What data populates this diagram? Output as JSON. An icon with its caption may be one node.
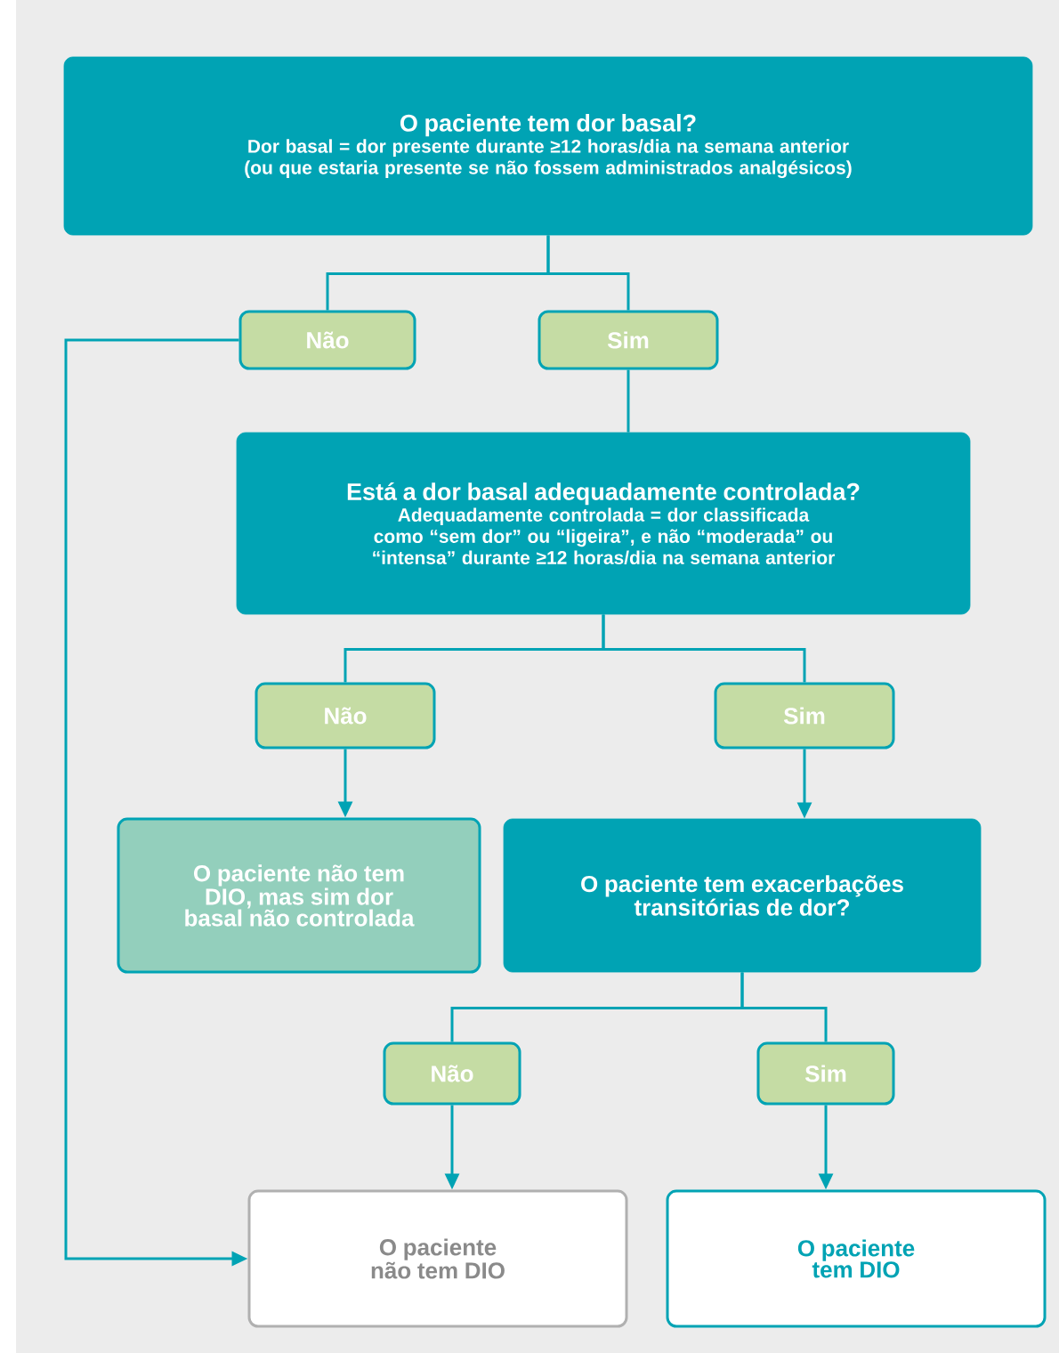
{
  "diagram": {
    "nodes": [
      {
        "text": [
          "O paciente tem dor basal?",
          "Dor basal = dor presente durante ≥12 horas/dia na semana anterior (ou que estaria presente se não fossem administrados analgésicos)"
        ]
      },
      {
        "text": [
          "Não"
        ]
      },
      {
        "text": [
          "Sim"
        ]
      },
      {
        "text": [
          "Está a dor basal adequadamente controlada?",
          "Adequadamente controlada = dor classificada como “sem dor” ou “ligeira”, e não “moderada” ou “intensa” durante ≥12 horas/dia na semana anterior"
        ]
      },
      {
        "text": [
          "Não"
        ]
      },
      {
        "text": [
          "Sim"
        ]
      },
      {
        "text": [
          "O paciente não tem DIO, mas sim dor basal não controlada"
        ]
      },
      {
        "text": [
          "O paciente tem exacerbações transitórias de dor?"
        ]
      },
      {
        "text": [
          "Não"
        ]
      },
      {
        "text": [
          "Sim"
        ]
      },
      {
        "text": [
          "O paciente não tem DIO"
        ]
      },
      {
        "text": [
          "O paciente tem DIO"
        ]
      }
    ],
    "edges": [
      {
        "from": 0,
        "to": 1,
        "arrow": "none"
      },
      {
        "from": 0,
        "to": 2,
        "arrow": "none"
      },
      {
        "from": 1,
        "to": 10,
        "arrow": "to"
      },
      {
        "from": 2,
        "to": 3,
        "arrow": "none"
      },
      {
        "from": 3,
        "to": 4,
        "arrow": "none"
      },
      {
        "from": 3,
        "to": 5,
        "arrow": "none"
      },
      {
        "from": 4,
        "to": 6,
        "arrow": "to"
      },
      {
        "from": 5,
        "to": 7,
        "arrow": "to"
      },
      {
        "from": 7,
        "to": 8,
        "arrow": "none"
      },
      {
        "from": 7,
        "to": 9,
        "arrow": "none"
      },
      {
        "from": 8,
        "to": 10,
        "arrow": "to"
      },
      {
        "from": 9,
        "to": 11,
        "arrow": "to"
      }
    ]
  }
}
